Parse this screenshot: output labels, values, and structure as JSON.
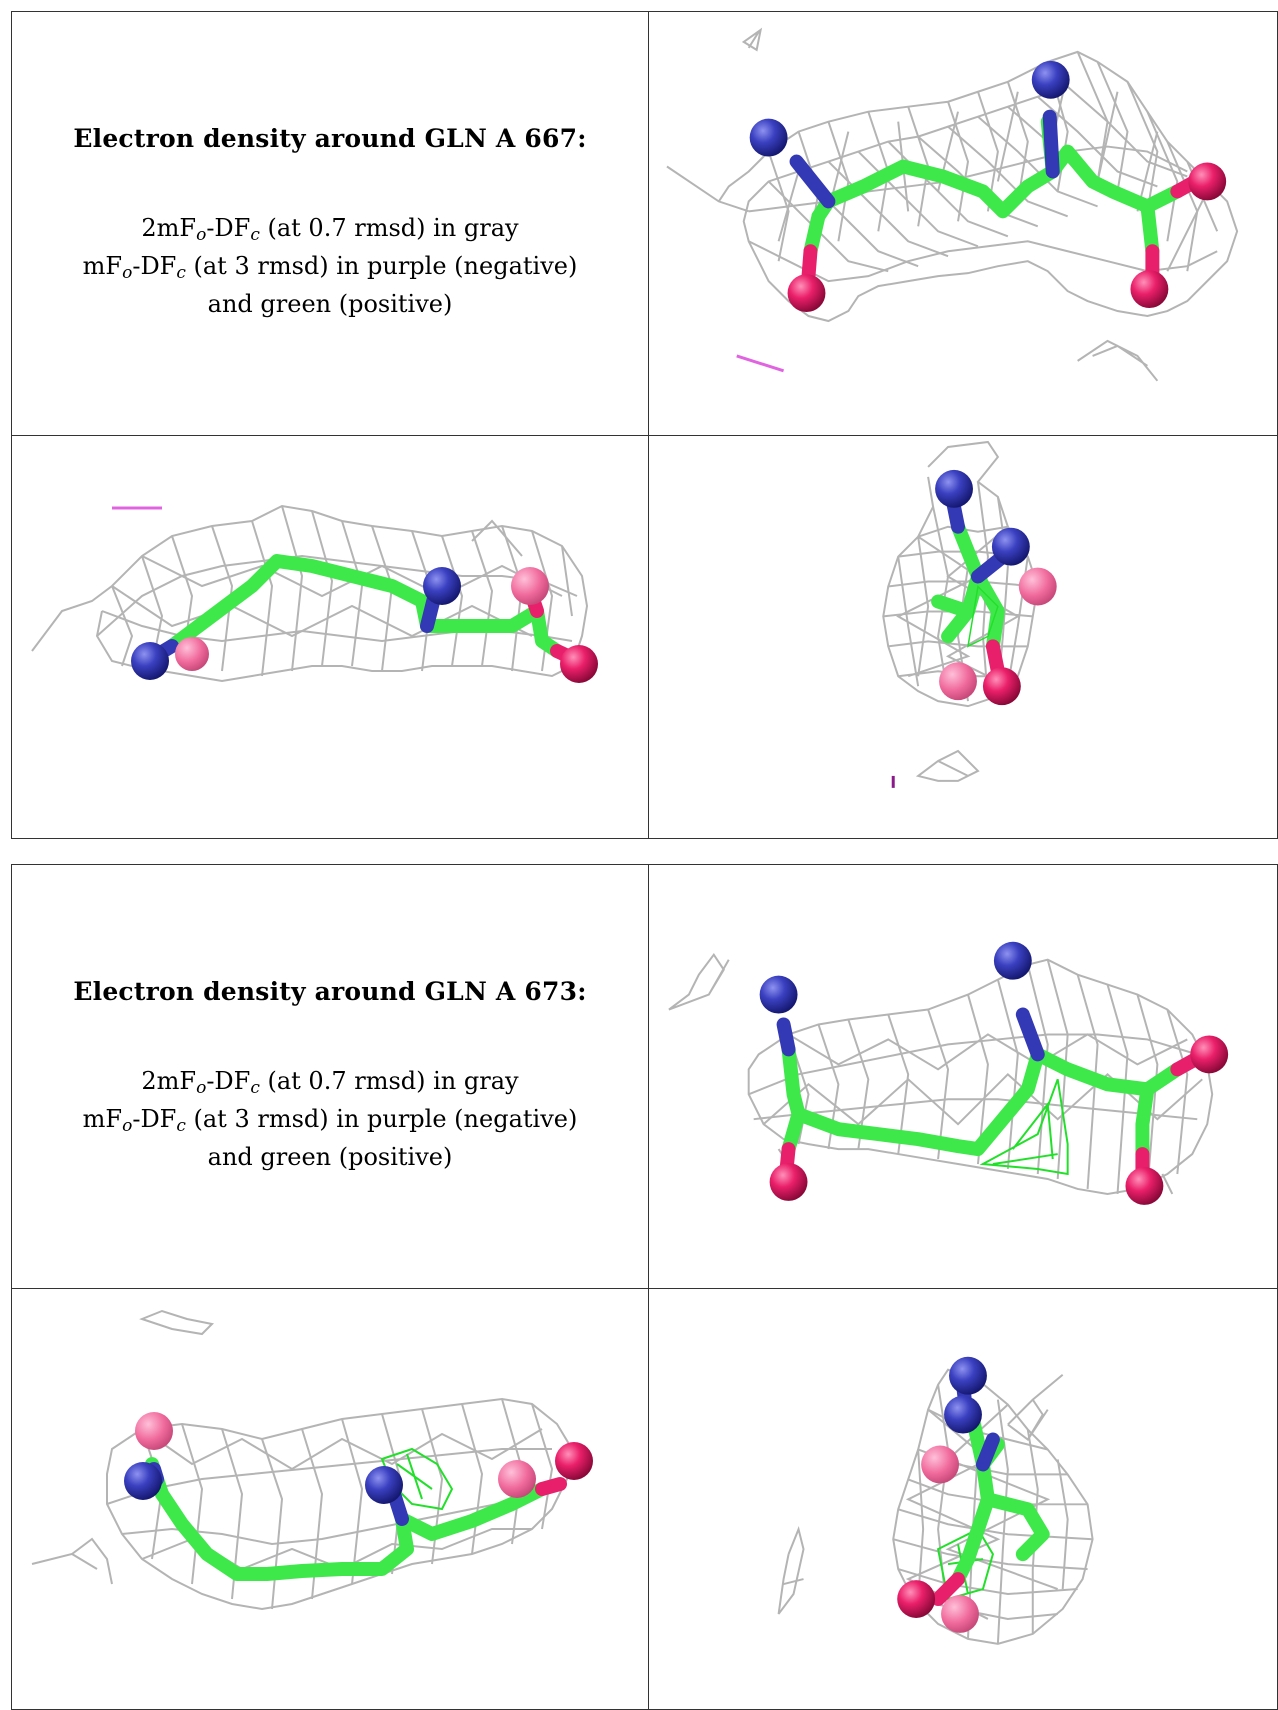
{
  "blocks": [
    {
      "title": "Electron density around GLN A 667:",
      "line1_main": "2mF",
      "line1_sub1": "o",
      "line1_mid": "-DF",
      "line1_sub2": "c",
      "line1_rest": " (at 0.7 rmsd) in gray",
      "line2_main": "mF",
      "line2_sub1": "o",
      "line2_mid": "-DF",
      "line2_sub2": "c",
      "line2_rest": " (at 3 rmsd) in purple (negative)",
      "line3": "and green (positive)"
    },
    {
      "title": "Electron density around GLN A 673:",
      "line1_main": "2mF",
      "line1_sub1": "o",
      "line1_mid": "-DF",
      "line1_sub2": "c",
      "line1_rest": " (at 0.7 rmsd) in gray",
      "line2_main": "mF",
      "line2_sub1": "o",
      "line2_mid": "-DF",
      "line2_sub2": "c",
      "line2_rest": " (at 3 rmsd) in purple (negative)",
      "line3": "and green (positive)"
    }
  ],
  "colors": {
    "mesh_gray": "#b4b4b4",
    "carbon_green": "#3fe84a",
    "nitrogen_blue": "#3339b5",
    "oxygen_pink": "#e8206c",
    "negative_purple": "#e064e0",
    "positive_green": "#22e02a",
    "border": "#333333"
  },
  "icons": [
    "molecule-view-icon"
  ]
}
